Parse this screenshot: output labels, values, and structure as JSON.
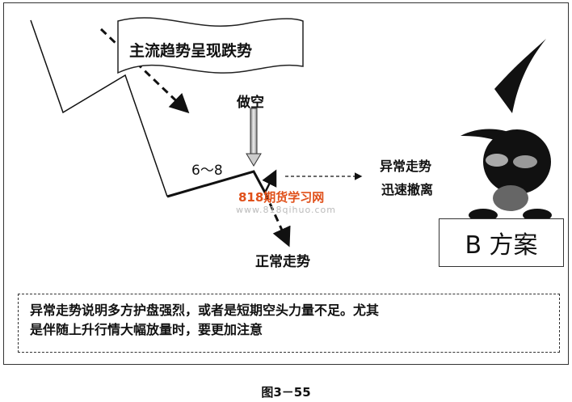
{
  "flag_text": "主流趋势呈现跌势",
  "short_label": "做空",
  "range_label": "6～8",
  "abnormal_label": [
    "异常走势",
    "迅速撤离"
  ],
  "normal_label": "正常走势",
  "plan_label": "B 方案",
  "note_lines": [
    "异常走势说明多方护盘强烈，或者是短期空头力量不足。尤其",
    "是伴随上升行情大幅放量时，要更加注意"
  ],
  "watermark": {
    "title": "818期货学习网",
    "url": "www.818qihuo.com"
  },
  "caption": "图3－55"
}
